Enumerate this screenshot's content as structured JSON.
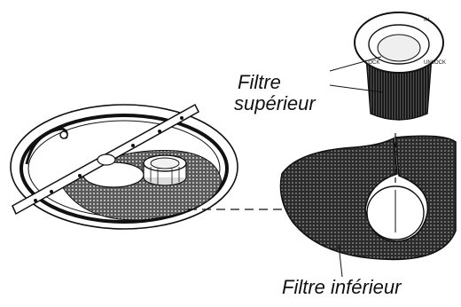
{
  "labels": {
    "upper_filter_line1": "Filtre",
    "upper_filter_line2": "supérieur",
    "lower_filter": "Filtre inférieur"
  },
  "cup_markings": {
    "lock": "LOCK",
    "unlock": "UNLOCK",
    "in": "IN"
  },
  "colors": {
    "ink": "#111111",
    "mesh_dark": "#2b2b2b",
    "background": "#ffffff"
  }
}
